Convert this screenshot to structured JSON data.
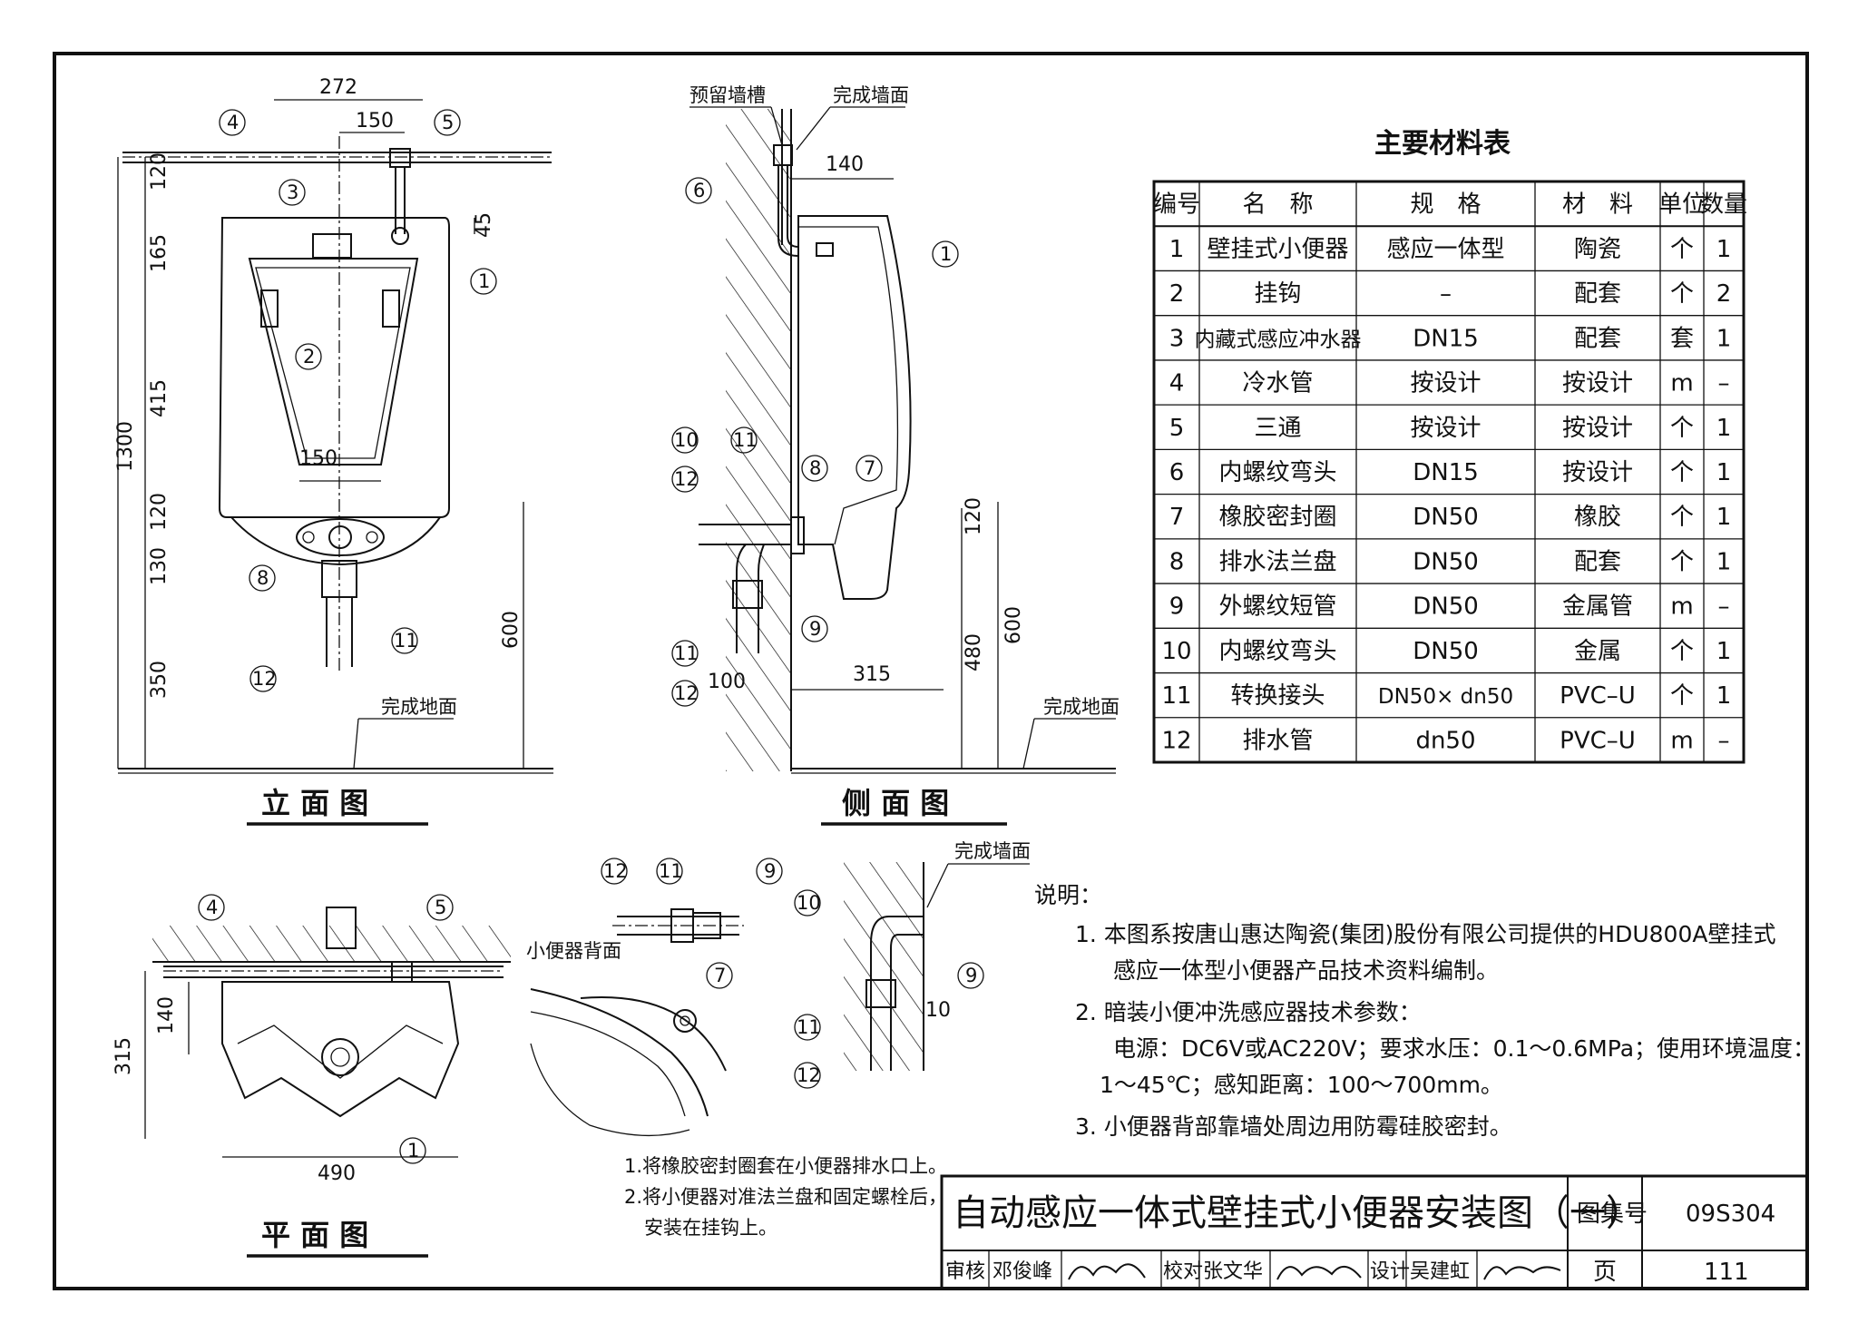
{
  "views": {
    "elevation": {
      "title": "立 面 图",
      "dims": [
        "272",
        "150",
        "120",
        "45",
        "165",
        "415",
        "1300",
        "150",
        "120",
        "130",
        "350",
        "600"
      ],
      "floor_label": "完成地面",
      "callouts": [
        "4",
        "5",
        "3",
        "1",
        "2",
        "8",
        "11",
        "12"
      ]
    },
    "side": {
      "title": "侧 面 图",
      "labels": [
        "预留墙槽",
        "完成墙面",
        "完成地面"
      ],
      "dims": [
        "140",
        "120",
        "480",
        "600",
        "315",
        "100"
      ],
      "callouts": [
        "6",
        "1",
        "10",
        "11",
        "12",
        "8",
        "7",
        "9",
        "11",
        "12"
      ]
    },
    "plan": {
      "title": "平 面 图",
      "dims": [
        "140",
        "315",
        "490"
      ],
      "callouts": [
        "4",
        "5",
        "1"
      ]
    },
    "detail1": {
      "callouts": [
        "12",
        "11",
        "9"
      ]
    },
    "detail2": {
      "label": "小便器背面",
      "callouts": [
        "7"
      ]
    },
    "detail3": {
      "label": "完成墙面",
      "dims": [
        "10"
      ],
      "callouts": [
        "10",
        "9",
        "11",
        "12"
      ]
    }
  },
  "install_notes": [
    "1.将橡胶密封圈套在小便器排水口上。",
    "2.将小便器对准法兰盘和固定螺栓后，",
    "安装在挂钩上。"
  ],
  "materials_table": {
    "title": "主要材料表",
    "headers": [
      "编号",
      "名　称",
      "规　格",
      "材　料",
      "单位",
      "数量"
    ],
    "rows": [
      [
        "1",
        "壁挂式小便器",
        "感应一体型",
        "陶瓷",
        "个",
        "1"
      ],
      [
        "2",
        "挂钩",
        "–",
        "配套",
        "个",
        "2"
      ],
      [
        "3",
        "内藏式感应冲水器",
        "DN15",
        "配套",
        "套",
        "1"
      ],
      [
        "4",
        "冷水管",
        "按设计",
        "按设计",
        "m",
        "–"
      ],
      [
        "5",
        "三通",
        "按设计",
        "按设计",
        "个",
        "1"
      ],
      [
        "6",
        "内螺纹弯头",
        "DN15",
        "按设计",
        "个",
        "1"
      ],
      [
        "7",
        "橡胶密封圈",
        "DN50",
        "橡胶",
        "个",
        "1"
      ],
      [
        "8",
        "排水法兰盘",
        "DN50",
        "配套",
        "个",
        "1"
      ],
      [
        "9",
        "外螺纹短管",
        "DN50",
        "金属管",
        "m",
        "–"
      ],
      [
        "10",
        "内螺纹弯头",
        "DN50",
        "金属",
        "个",
        "1"
      ],
      [
        "11",
        "转换接头",
        "DN50× dn50",
        "PVC–U",
        "个",
        "1"
      ],
      [
        "12",
        "排水管",
        "dn50",
        "PVC–U",
        "m",
        "–"
      ]
    ]
  },
  "notes": {
    "heading": "说明：",
    "lines": [
      "1. 本图系按唐山惠达陶瓷(集团)股份有限公司提供的HDU800A壁挂式",
      "感应一体型小便器产品技术资料编制。",
      "2. 暗装小便冲洗感应器技术参数：",
      "电源：DC6V或AC220V；要求水压：0.1～0.6MPa；使用环境温度：",
      "1～45℃；感知距离：100～700mm。",
      "3. 小便器背部靠墙处周边用防霉硅胶密封。"
    ]
  },
  "title_block": {
    "title": "自动感应一体式壁挂式小便器安装图（一）",
    "atlas_label": "图集号",
    "atlas_no": "09S304",
    "page_label": "页",
    "page_no": "111",
    "review_label": "审核",
    "review_name": "邓俊峰",
    "check_label": "校对",
    "check_name": "张文华",
    "design_label": "设计",
    "design_name": "吴建虹"
  }
}
